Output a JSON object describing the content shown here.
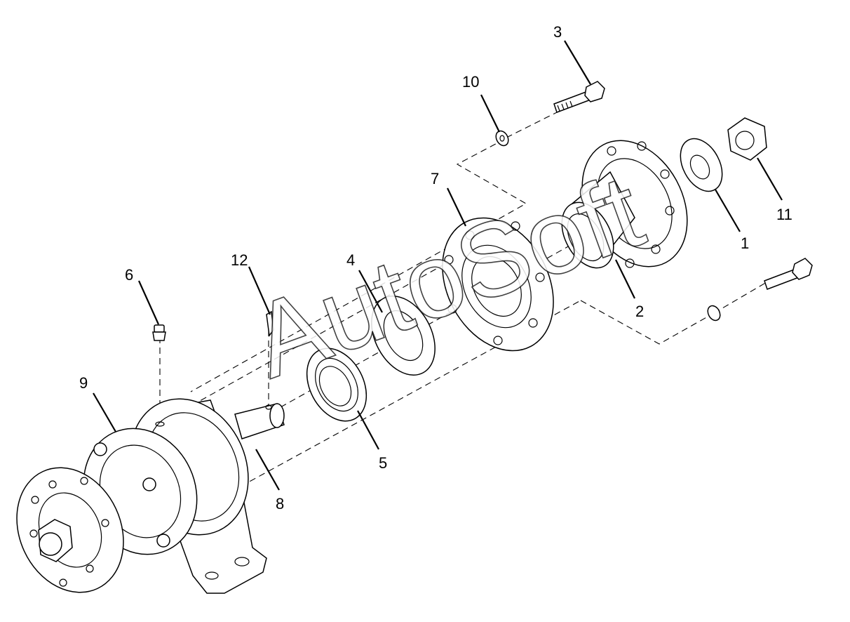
{
  "diagram": {
    "type": "exploded-parts-view",
    "watermark": "AutoSoft",
    "callouts": [
      {
        "id": "c1",
        "label": "1"
      },
      {
        "id": "c2",
        "label": "2"
      },
      {
        "id": "c3",
        "label": "3"
      },
      {
        "id": "c4",
        "label": "4"
      },
      {
        "id": "c5",
        "label": "5"
      },
      {
        "id": "c6",
        "label": "6"
      },
      {
        "id": "c7",
        "label": "7"
      },
      {
        "id": "c8",
        "label": "8"
      },
      {
        "id": "c9",
        "label": "9"
      },
      {
        "id": "c10",
        "label": "10"
      },
      {
        "id": "c11",
        "label": "11"
      },
      {
        "id": "c12",
        "label": "12"
      }
    ]
  }
}
